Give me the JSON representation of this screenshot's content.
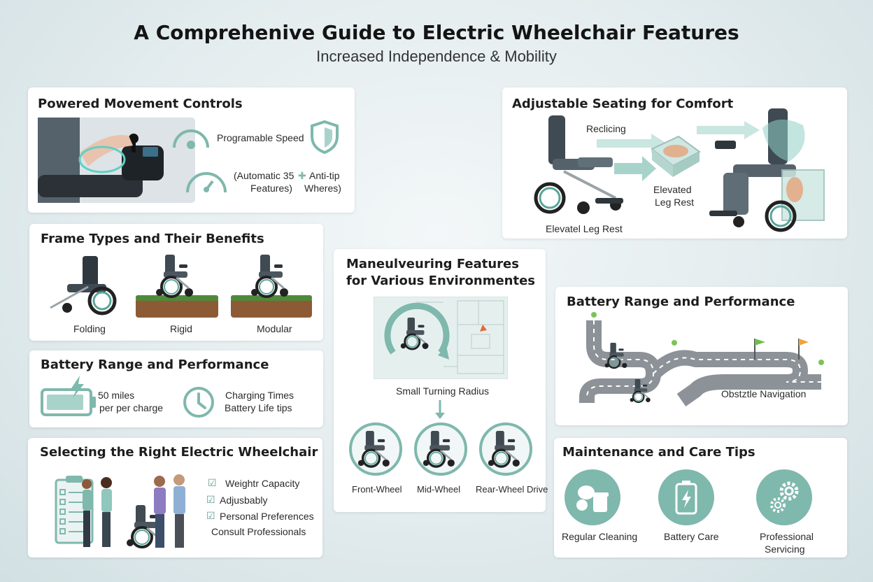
{
  "header": {
    "title": "A Comprehenive Guide to Electric Wheelchair Features",
    "subtitle": "Increased Independence & Mobility"
  },
  "colors": {
    "accent": "#7fb8ad",
    "accent_dark": "#5a9c90",
    "background": "#e3ecee",
    "card": "#ffffff"
  },
  "powered": {
    "title": "Powered Movement Controls",
    "items": [
      {
        "icon": "speedometer-icon",
        "label": "Programable Speed"
      },
      {
        "icon": "shield-icon",
        "label": ""
      },
      {
        "icon": "gauge-icon",
        "label_line1": "(Automatic 35",
        "label_line2": "Features)"
      },
      {
        "icon": "plus-icon",
        "label_line1": "Anti-tip",
        "label_line2": "Wheres)"
      }
    ]
  },
  "seating": {
    "title": "Adjustable Seating for Comfort",
    "labels": {
      "reclining": "Reclicing",
      "elevated_line1": "Elevated",
      "elevated_line2": "Leg Rest",
      "bottom": "Elevatel Leg Rest"
    }
  },
  "frames": {
    "title": "Frame Types and Their Benefits",
    "types": [
      "Folding",
      "Rigid",
      "Modular"
    ]
  },
  "battery_left": {
    "title": "Battery Range and Performance",
    "range_line1": "50 miles",
    "range_line2": "per per charge",
    "charging_line1": "Charging Times",
    "charging_line2": "Battery Life tips"
  },
  "maneuvering": {
    "title_line1": "Maneulveuring Features",
    "title_line2": "for Various Environmentes",
    "turning": "Small Turning Radius",
    "drives": [
      "Front-Wheel",
      "Mid-Wheel",
      "Rear-Wheel Drive"
    ]
  },
  "battery_right": {
    "title": "Battery Range and Performance",
    "obstacle": "Obstztle Navigation"
  },
  "selecting": {
    "title": "Selecting the Right Electric Wheelchair",
    "checks": [
      "Weightr Capacity",
      "Adjusbably",
      "Personal Preferences"
    ],
    "consult": "Consult Professionals"
  },
  "maintenance": {
    "title": "Maintenance and Care Tips",
    "items": [
      {
        "icon": "cleaning-icon",
        "label_line1": "Regular Cleaning",
        "label_line2": ""
      },
      {
        "icon": "battery-icon",
        "label_line1": "Battery Care",
        "label_line2": ""
      },
      {
        "icon": "gears-icon",
        "label_line1": "Professional",
        "label_line2": "Servicing"
      }
    ]
  }
}
